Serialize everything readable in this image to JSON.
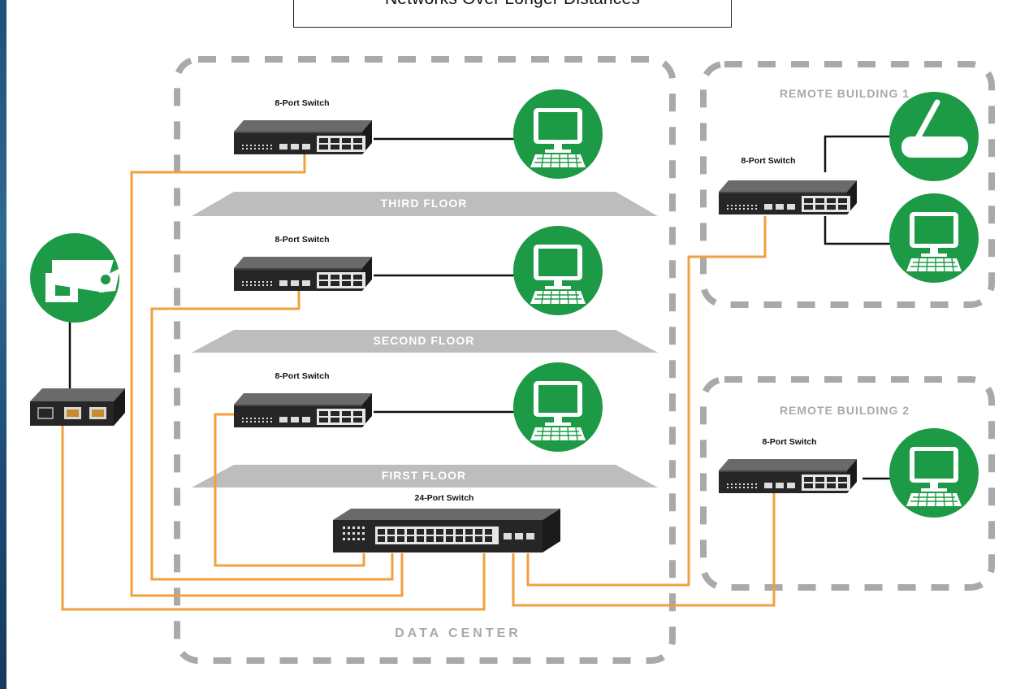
{
  "title": "Networks Over Longer Distances",
  "zones": {
    "data_center": "DATA CENTER",
    "remote1": "REMOTE BUILDING 1",
    "remote2": "REMOTE BUILDING 2"
  },
  "floors": {
    "third": "THIRD FLOOR",
    "second": "SECOND FLOOR",
    "first": "FIRST FLOOR"
  },
  "devices": {
    "switch_third": "8-Port Switch",
    "switch_second": "8-Port Switch",
    "switch_first": "8-Port Switch",
    "switch_core": "24-Port Switch",
    "switch_remote1": "8-Port Switch",
    "switch_remote2": "8-Port Switch"
  },
  "icons": [
    "security-camera-icon",
    "computer-icon",
    "wireless-router-icon",
    "media-converter-icon"
  ],
  "colors": {
    "fiber": "#f0a03c",
    "copper": "#111111",
    "icon_green": "#1d9a45",
    "zone_border": "#a9a9a9",
    "floor_band": "#bdbdbd"
  }
}
